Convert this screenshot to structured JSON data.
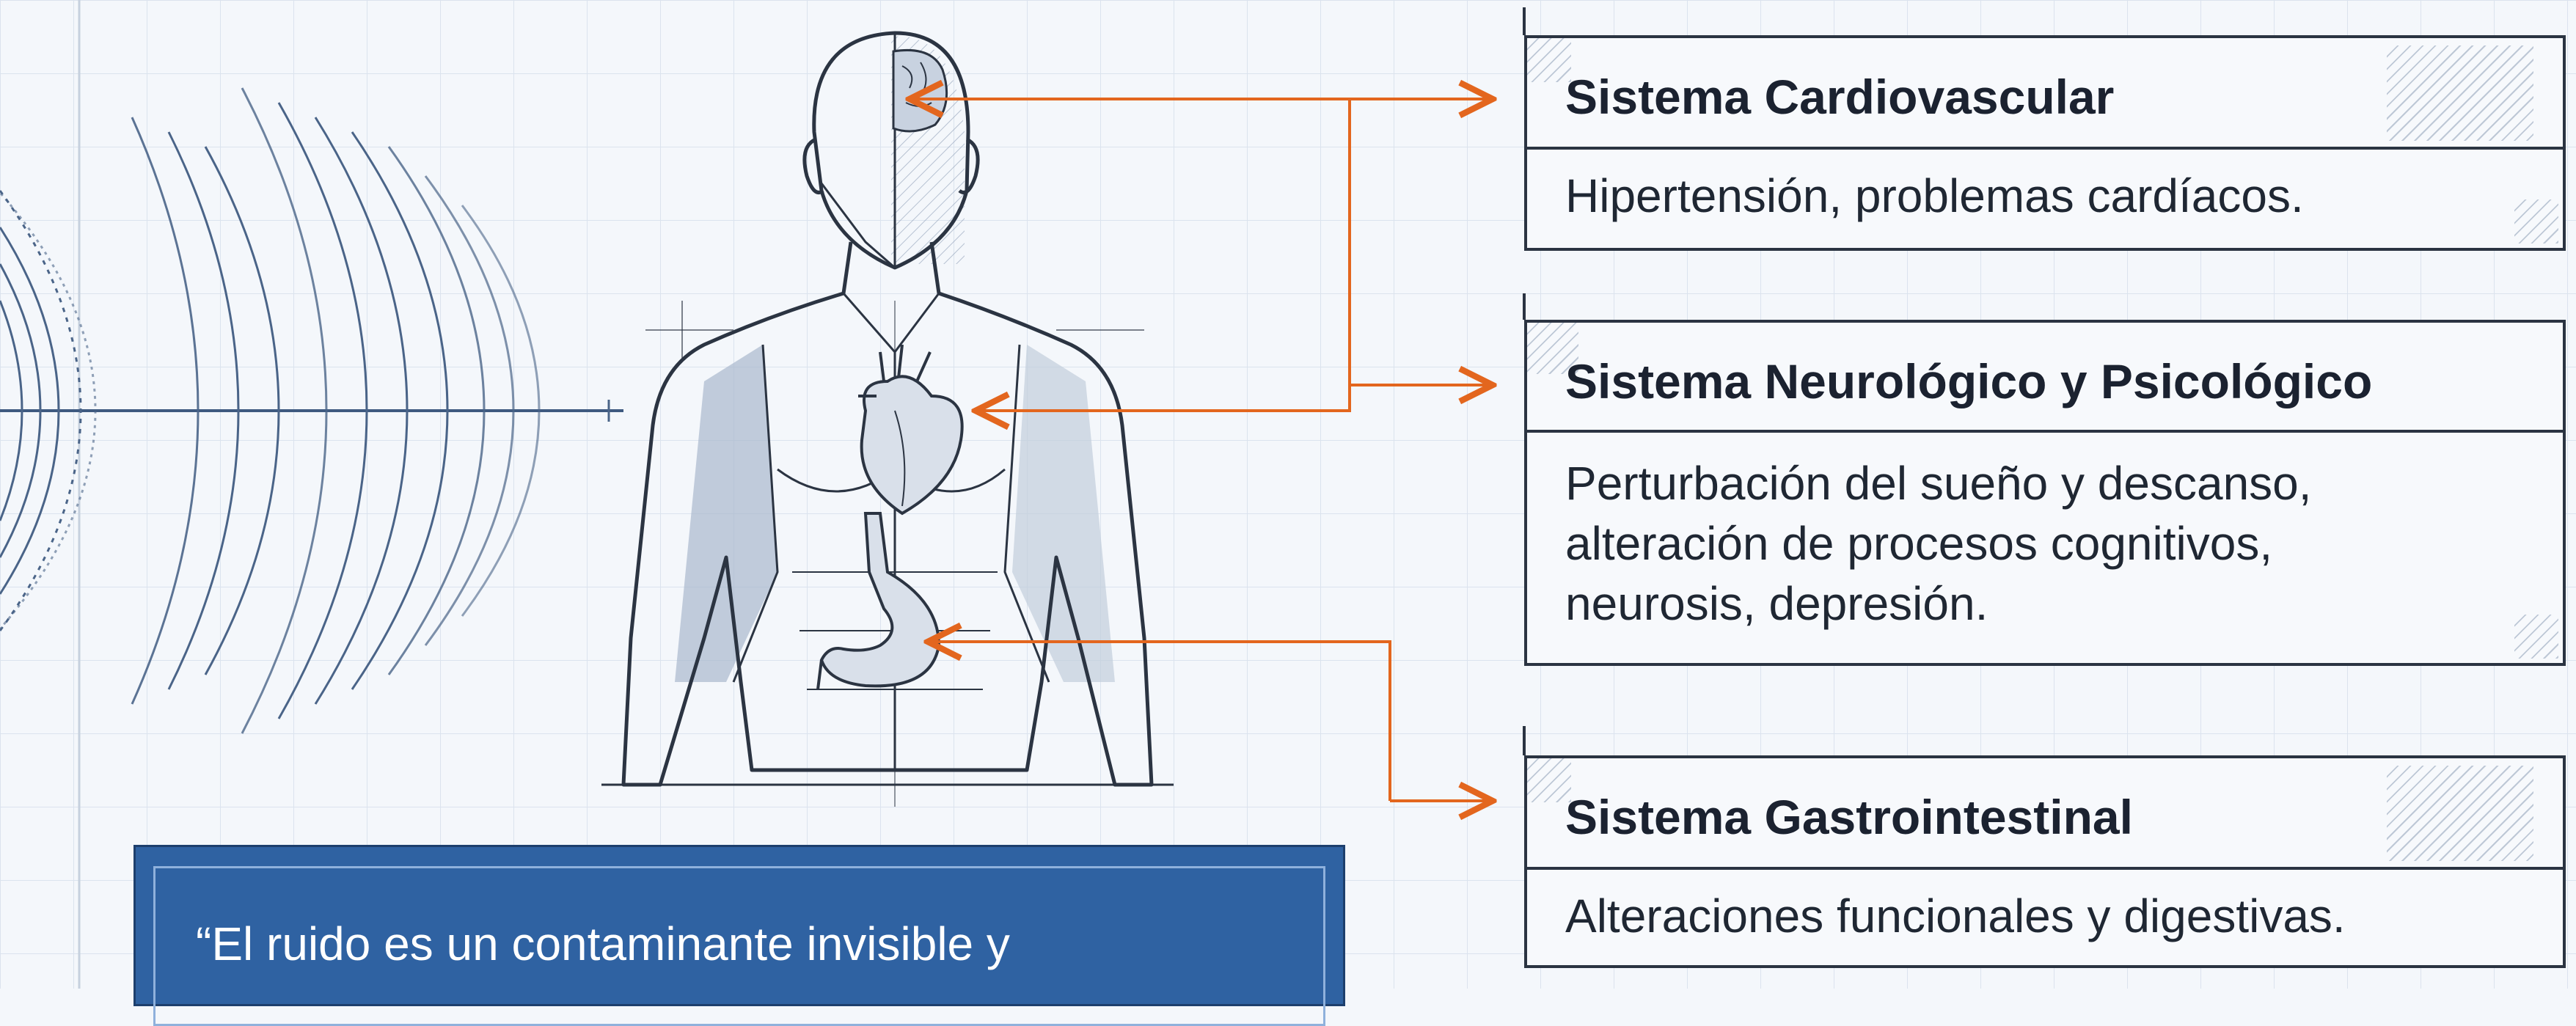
{
  "colors": {
    "background": "#f4f7fb",
    "grid": "#d9e1ec",
    "line": "#2b3442",
    "accent_arrow": "#e3661e",
    "quote_panel": "#2f62a2",
    "figure_shade": "#9fb0c8"
  },
  "icons": [
    "sound-wave-icon",
    "human-figure-icon",
    "brain-icon",
    "heart-icon",
    "stomach-icon",
    "arrow-icon"
  ],
  "sections": [
    {
      "title": "Sistema Cardiovascular",
      "body": "Hipertensión, problemas cardíacos."
    },
    {
      "title": "Sistema Neurológico y Psicológico",
      "body": "Perturbación del sueño y descanso,\nalteración de procesos cognitivos,\nneurosis, depresión."
    },
    {
      "title": "Sistema Gastrointestinal",
      "body": "Alteraciones funcionales y digestivas."
    }
  ],
  "quote": {
    "text": "“El ruido es un contaminante invisible y"
  }
}
